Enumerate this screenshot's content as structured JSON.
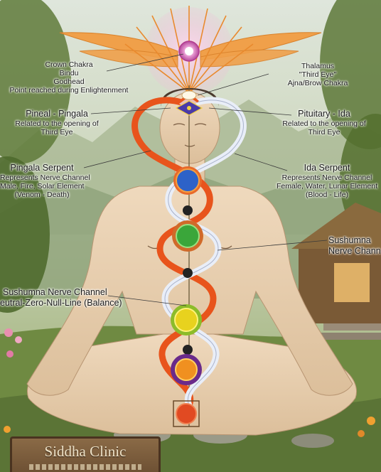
{
  "labels": {
    "crown": {
      "line1": "Crown Chakra",
      "line2": "Bindu",
      "line3": "Godhead",
      "line4": "Point reached during Enlightenment"
    },
    "thalamus": {
      "line1": "Thalamus",
      "line2": "\"Third Eye\"",
      "line3": "Ajna/Brow Chakra"
    },
    "pineal": {
      "title": "Pineal - Pingala",
      "line1": "Related to the opening of",
      "line2": "Third Eye"
    },
    "pituitary": {
      "title": "Pituitary - Ida",
      "line1": "Related to the opening of",
      "line2": "Third Eye"
    },
    "pingala_serpent": {
      "title": "Pingala Serpent",
      "line1": "Represents Nerve Channel",
      "line2": "Male, Fire, Solar Element",
      "line3": "(Venom - Death)"
    },
    "ida_serpent": {
      "title": "Ida Serpent",
      "line1": "Represents Nerve Channel",
      "line2": "Female, Water, Lunar Element",
      "line3": "(Blood - Life)"
    },
    "sushumna_right": {
      "line1": "Sushumna",
      "line2": "Nerve Chann"
    },
    "sushumna_left": {
      "title": "Sushumna Nerve Channel",
      "line1": "eutral-Zero-Null-Line (Balance)"
    }
  },
  "sign": {
    "text": "Siddha Clinic"
  },
  "colors": {
    "pingala": "#e8541c",
    "ida": "#e9eef8",
    "chakra_blue": "#2d62c8",
    "chakra_green": "#3aa63a",
    "chakra_yellow": "#e8d21e",
    "chakra_orange": "#f09020",
    "chakra_red": "#e14a22",
    "wing": "#f0a04a"
  }
}
